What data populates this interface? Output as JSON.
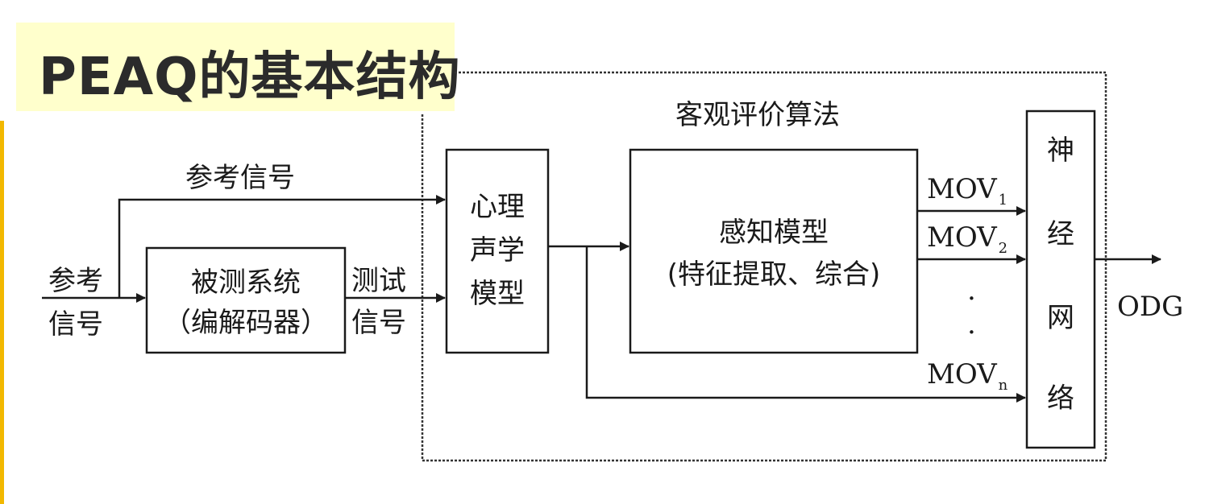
{
  "title": "PEAQ的基本结构",
  "colors": {
    "title_bg": "#ffffcc",
    "accent_bar": "#f2b800",
    "ink": "#1a1a1a"
  },
  "diagram": {
    "region_label": "客观评价算法",
    "input_label_line1": "参考",
    "input_label_line2": "信号",
    "ref_signal_label": "参考信号",
    "system_box_line1": "被测系统",
    "system_box_line2": "（编解码器）",
    "test_signal_line1": "测试",
    "test_signal_line2": "信号",
    "psycho_line1": "心理",
    "psycho_line2": "声学",
    "psycho_line3": "模型",
    "perceptual_line1": "感知模型",
    "perceptual_line2": "(特征提取、综合)",
    "mov1_base": "MOV",
    "mov1_sub": "1",
    "mov2_base": "MOV",
    "mov2_sub": "2",
    "movn_base": "MOV",
    "movn_sub": "n",
    "dot1": ".",
    "dot2": ".",
    "nn_char1": "神",
    "nn_char2": "经",
    "nn_char3": "网",
    "nn_char4": "络",
    "output_label": "ODG"
  }
}
